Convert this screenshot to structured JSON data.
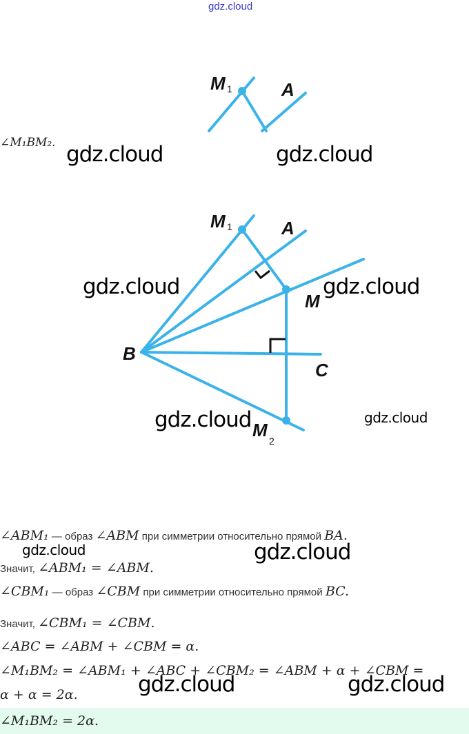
{
  "watermark": "gdz.cloud",
  "top_watermark": "gdz.cloud",
  "fragment_text": "∠M₁BM₂.",
  "figure_small": {
    "labels": {
      "m1": "M",
      "m1_sub": "1",
      "a": "A"
    }
  },
  "figure_main": {
    "labels": {
      "m1": "M",
      "m1_sub": "1",
      "a": "A",
      "m": "M",
      "b": "B",
      "c": "C",
      "m2": "M",
      "m2_sub": "2"
    }
  },
  "lines": [
    {
      "a": "∠ABM₁",
      "b": " — образ ",
      "c": "∠ABM",
      "d": " при симметрии относительно прямой ",
      "e": "BA."
    },
    {
      "a": "Значит, ",
      "b": "∠ABM₁ = ∠ABM."
    },
    {
      "a": "∠CBM₁",
      "b": " — образ ",
      "c": "∠CBM",
      "d": " при симметрии относительно прямой ",
      "e": "BC."
    },
    {
      "a": "Значит, ",
      "b": "∠CBM₁ = ∠CBM."
    },
    {
      "a": "∠ABC = ∠ABM + ∠CBM = α."
    },
    {
      "a": "∠M₁BM₂ = ∠ABM₁ + ∠ABC + ∠CBM₂ = ∠ABM + α + ∠CBM ="
    },
    {
      "a": "α + α = 2α."
    }
  ],
  "answer": "∠M₁BM₂ = 2α.",
  "colors": {
    "line": "#3bb3e8",
    "answer_bg": "#e3fbee"
  }
}
